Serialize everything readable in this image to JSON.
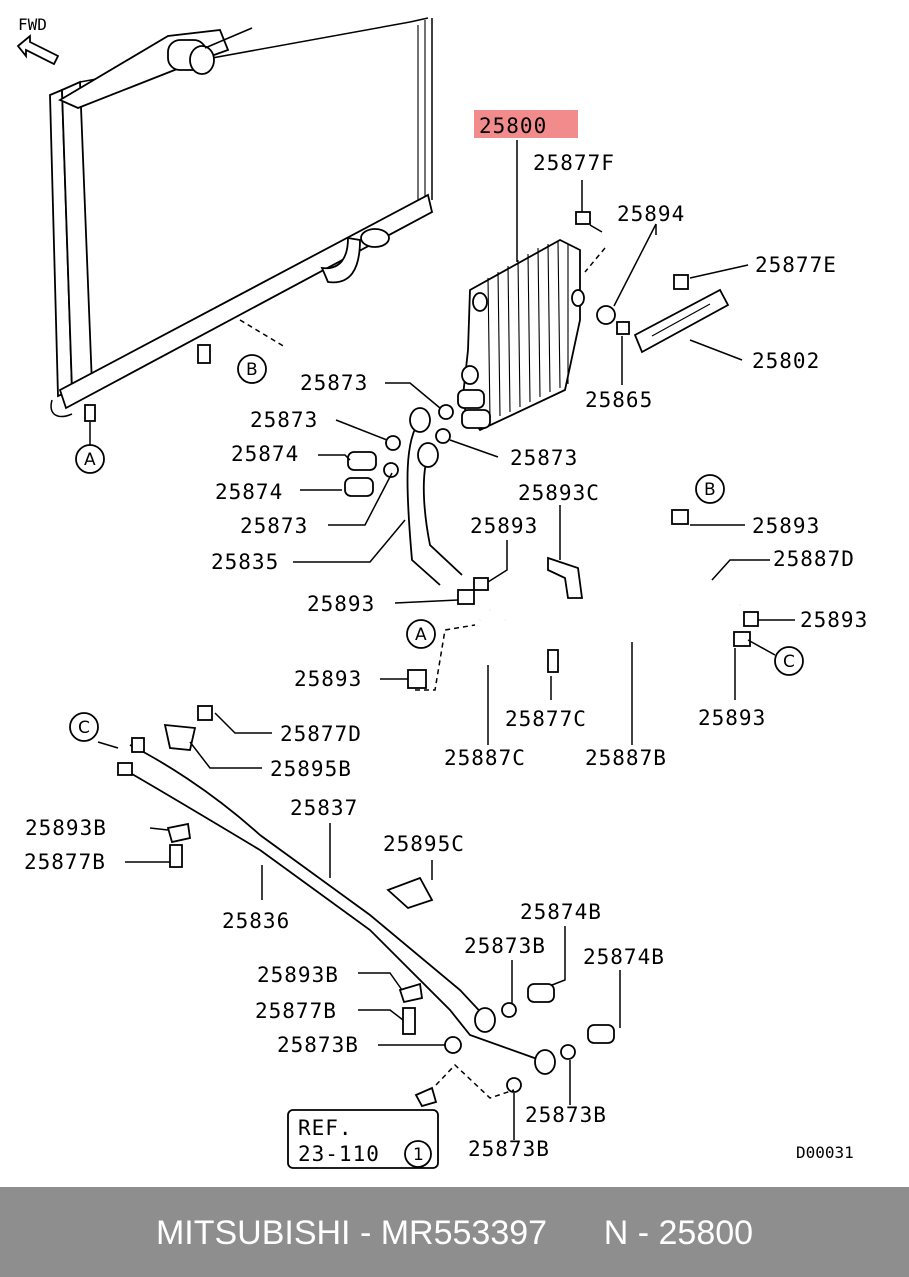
{
  "fwd_label": "FWD",
  "highlight": {
    "label": "25800",
    "color": "#f28b8b"
  },
  "refs": {
    "A": "A",
    "B": "B",
    "C": "C"
  },
  "ref_box": {
    "line1": "REF.",
    "line2": "23-110",
    "num": "1"
  },
  "diagram_code": "D00031",
  "labels": {
    "l25877F": "25877F",
    "l25894": "25894",
    "l25877E": "25877E",
    "l25802": "25802",
    "l25865": "25865",
    "l25873_a": "25873",
    "l25873_b": "25873",
    "l25873_c": "25873",
    "l25873_d": "25873",
    "l25874_a": "25874",
    "l25874_b": "25874",
    "l25835": "25835",
    "l25893C": "25893C",
    "l25893_a": "25893",
    "l25893_b": "25893",
    "l25893_c": "25893",
    "l25893_d": "25893",
    "l25893_e": "25893",
    "l25893_f": "25893",
    "l25887D": "25887D",
    "l25877C": "25877C",
    "l25887C": "25887C",
    "l25887B": "25887B",
    "l25877D": "25877D",
    "l25895B": "25895B",
    "l25837": "25837",
    "l25893B_a": "25893B",
    "l25877B_a": "25877B",
    "l25895C": "25895C",
    "l25836": "25836",
    "l25874B_a": "25874B",
    "l25873B_a": "25873B",
    "l25874B_b": "25874B",
    "l25893B_b": "25893B",
    "l25877B_b": "25877B",
    "l25873B_b": "25873B",
    "l25873B_c": "25873B",
    "l25873B_d": "25873B"
  },
  "footer": "MITSUBISHI - MR553397      N - 25800"
}
